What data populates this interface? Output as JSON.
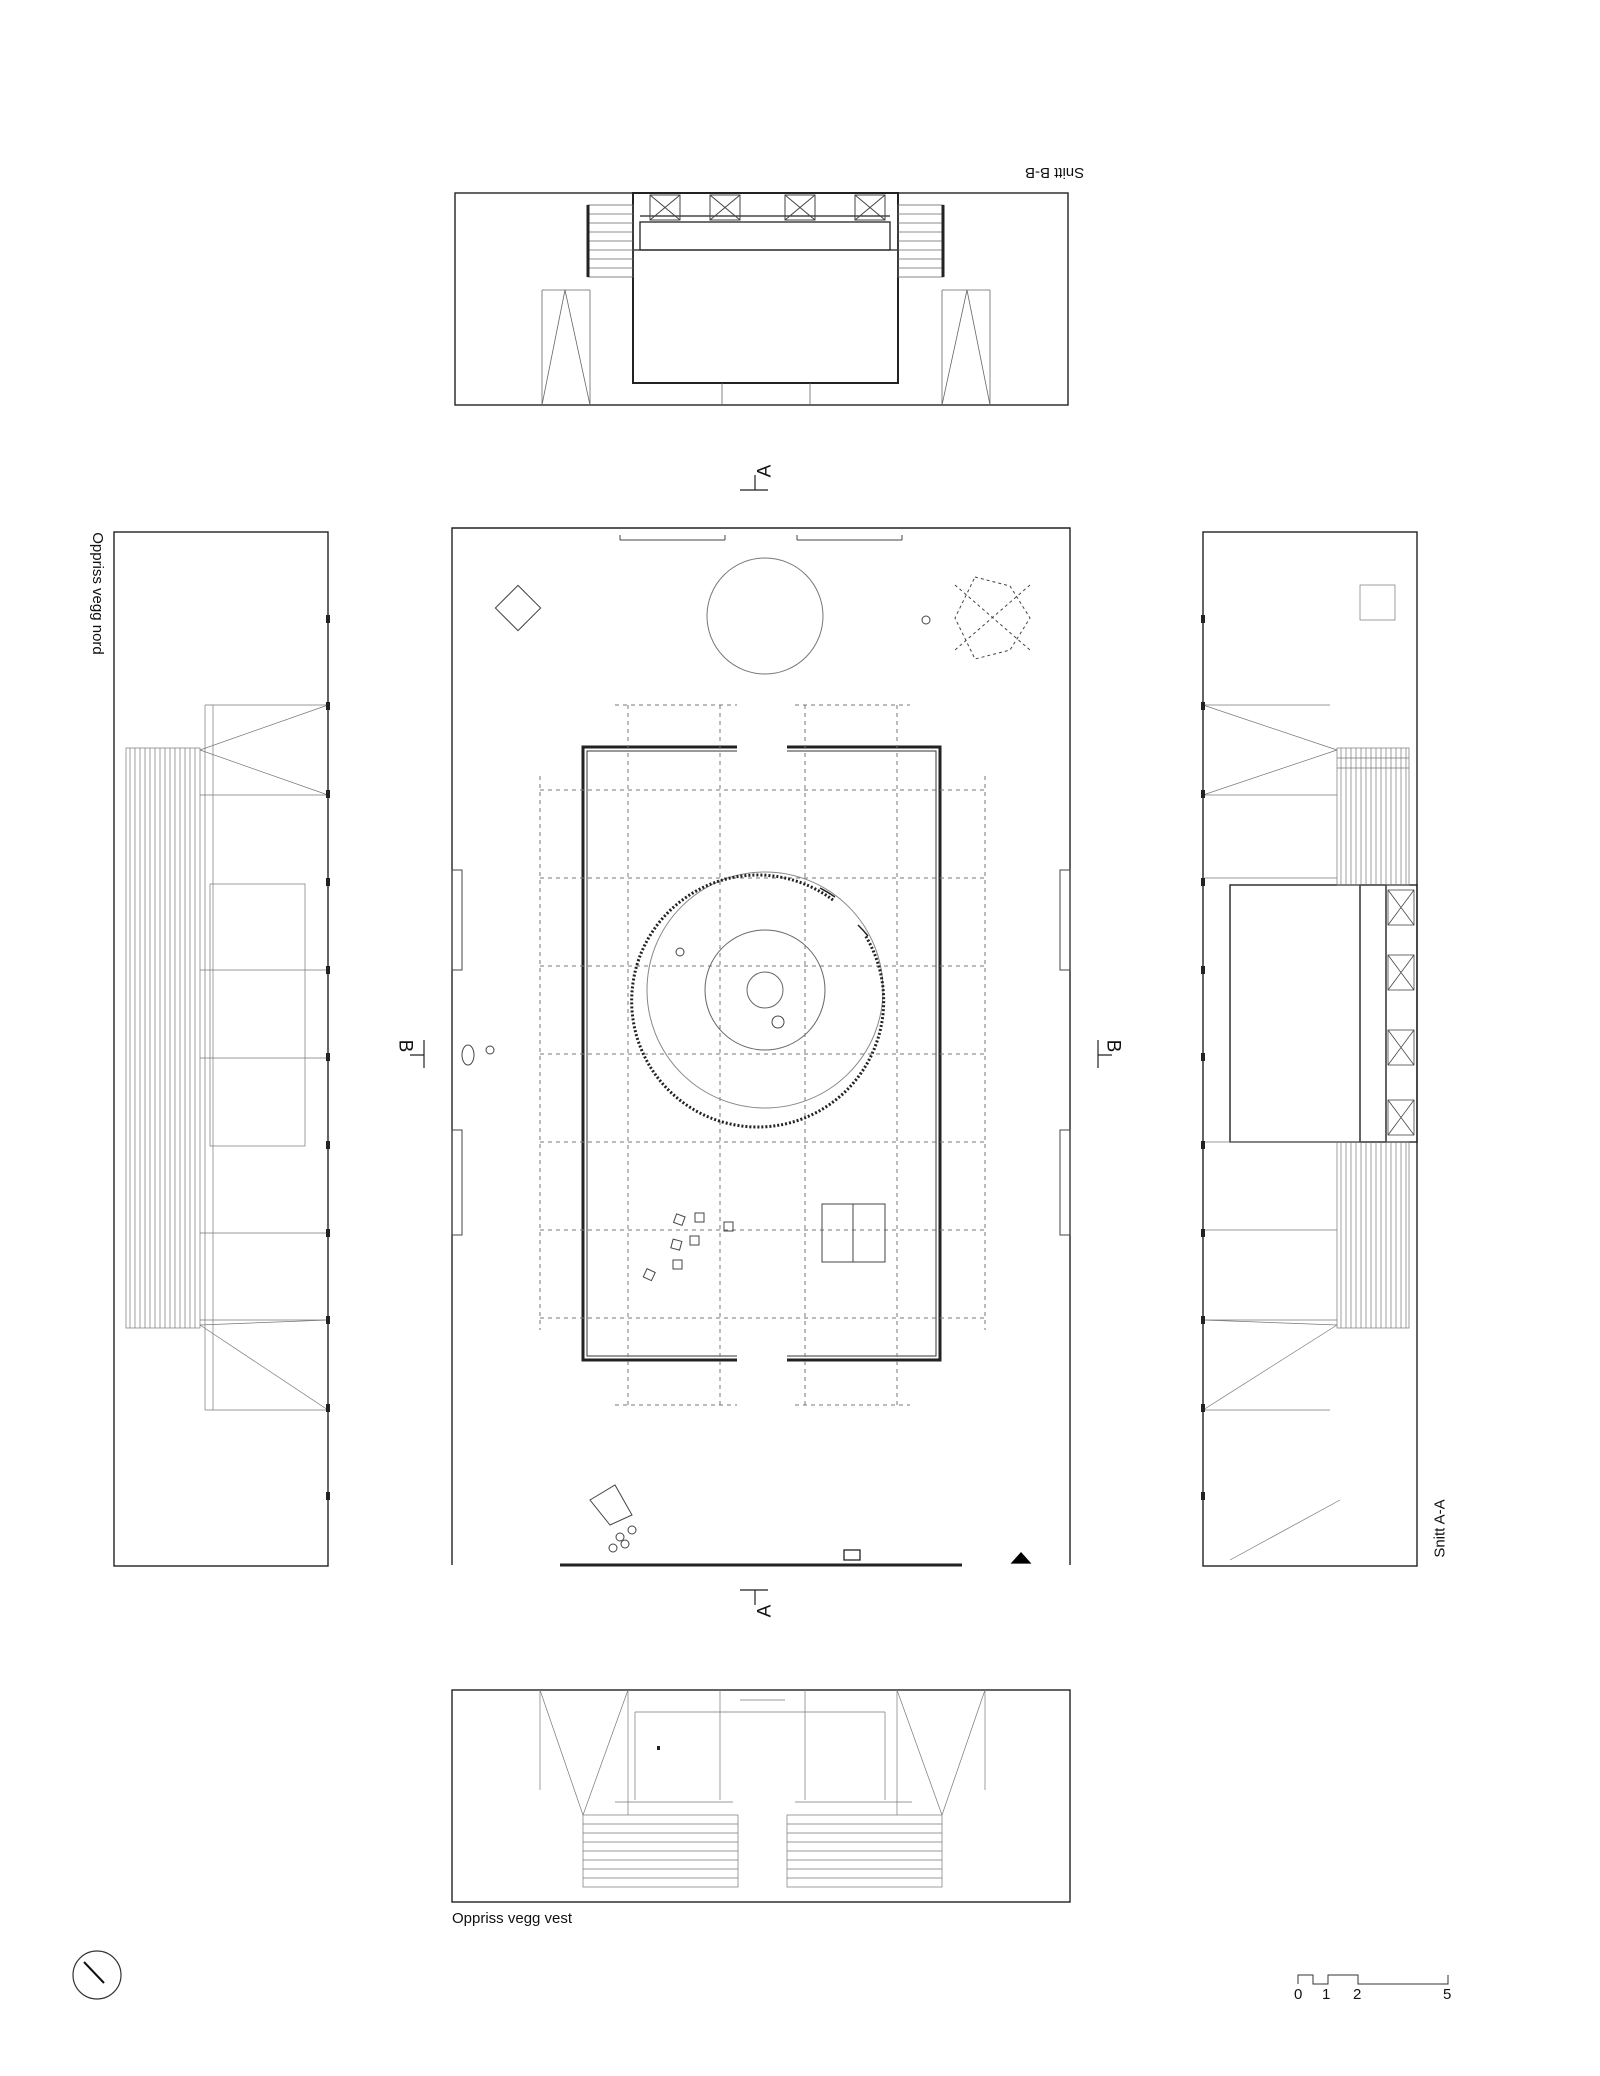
{
  "labels": {
    "section_bb": "Snitt B-B",
    "elevation_north": "Oppriss vegg nord",
    "section_aa": "Snitt A-A",
    "elevation_west": "Oppriss vegg vest"
  },
  "section_markers": {
    "a_top": "A",
    "a_bottom": "A",
    "b_left": "B",
    "b_right": "B"
  },
  "scale_bar": {
    "ticks": [
      "0",
      "1",
      "2",
      "5"
    ]
  },
  "colors": {
    "line": "#222222",
    "thin_line": "#555555",
    "dashed": "#777777"
  },
  "icons": [
    "north-arrow-icon",
    "scale-bar-icon"
  ]
}
